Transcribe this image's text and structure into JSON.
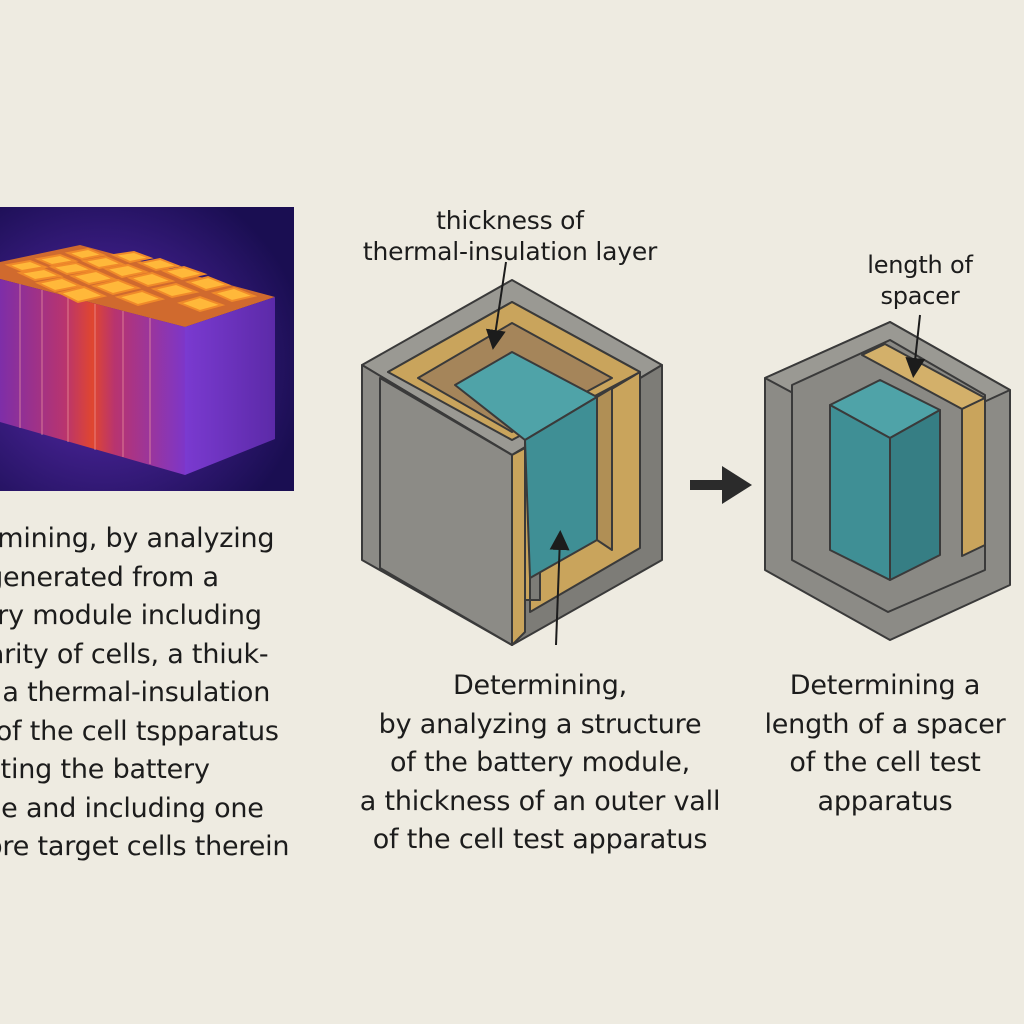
{
  "thermal_image": {
    "colors": {
      "hot": "#ffb83a",
      "warm": "#e0462f",
      "mid": "#8a2b9f",
      "cool": "#3a1a8e",
      "bg": "#1a0e52"
    }
  },
  "captions": {
    "left": "termining, by analyzing\nlt generated from a\nttery module including\nurarity of cells, a thiuk-\n of a thermal-insulation\ner of the cell tspparatus\nulating the battery\ndule and including one\nmore target cells therein",
    "middle": "Determining,\nby analyzing a structure\nof the battery module,\na thickness of an outer vall\nof the cell test apparatus",
    "right": "Determining a\nlength of a spacer\nof the cell test\napparatus"
  },
  "labels": {
    "insulation_thickness": "thickness of\nthermal-insulation layer",
    "spacer_length": "length of\nspacer"
  },
  "colors": {
    "background": "#eeebe1",
    "wall": "#8c8b86",
    "insulation": "#c9a45c",
    "cell": "#3f8f95",
    "arrow": "#2b2b2b"
  }
}
